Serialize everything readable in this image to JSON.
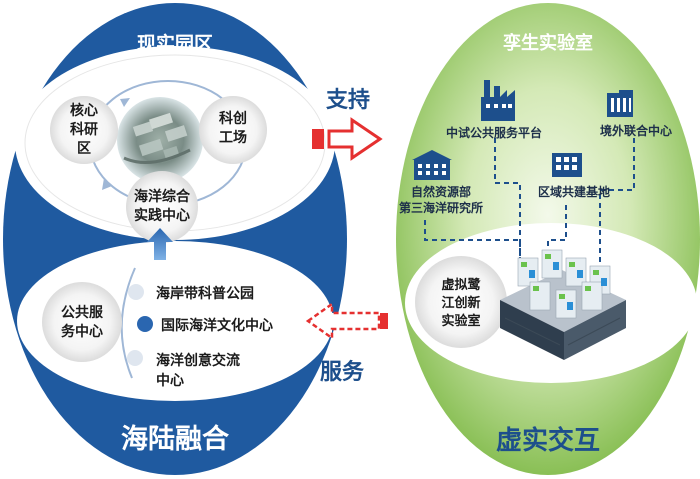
{
  "left": {
    "title": "现实园区",
    "nodes": {
      "core": "核心\n科研\n区",
      "innovation": "科创\n工场",
      "practice": "海洋综合\n实践中心"
    },
    "service_center": "公共服\n务中心",
    "services": [
      "海岸带科普公园",
      "国际海洋文化中心",
      "海洋创意交流\n中心"
    ],
    "bottom_title": "海陆融合"
  },
  "arrows": {
    "support": "支持",
    "service": "服务"
  },
  "right": {
    "title": "孪生实验室",
    "facilities": {
      "pilot": "中试公共服务平台",
      "overseas": "境外联合中心",
      "institute": "自然资源部\n第三海洋研究所",
      "regional": "区域共建基地"
    },
    "virtual_lab": "虚拟鹭\n江创新\n实验室",
    "bottom_title": "虚实交互"
  },
  "colors": {
    "left_blue": "#1f5aa0",
    "right_green": "#8ec44f",
    "red": "#e53030",
    "dark_blue": "#1d4f8c"
  }
}
